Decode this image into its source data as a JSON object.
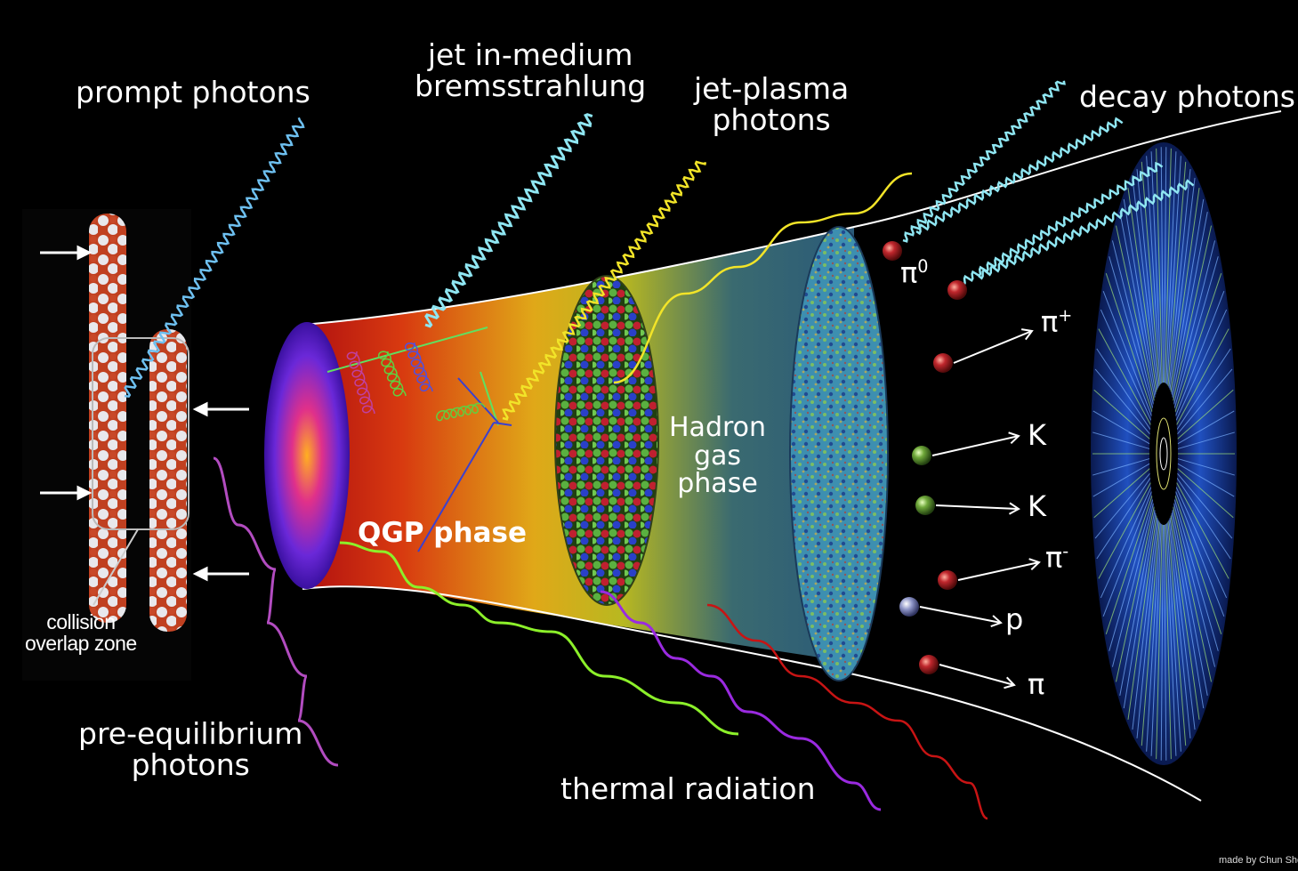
{
  "labels": {
    "prompt_photons": "prompt photons",
    "jet_brems_line1": "jet in-medium",
    "jet_brems_line2": "bremsstrahlung",
    "jet_plasma_line1": "jet-plasma",
    "jet_plasma_line2": "photons",
    "decay_photons": "decay photons",
    "hadron_line1": "Hadron",
    "hadron_line2": "gas",
    "hadron_line3": "phase",
    "qgp_phase": "QGP phase",
    "collision_line1": "collision",
    "collision_line2": "overlap zone",
    "pre_eq_line1": "pre-equilibrium",
    "pre_eq_line2": "photons",
    "thermal_radiation": "thermal radiation",
    "credit": "made by Chun Shen"
  },
  "particles": [
    {
      "symbol": "π",
      "sup": "0",
      "color": "#c0272d"
    },
    {
      "symbol": "π",
      "sup": "+",
      "color": "#c0272d"
    },
    {
      "symbol": "K",
      "sup": "",
      "color": "#6fa83a"
    },
    {
      "symbol": "K",
      "sup": "",
      "color": "#6fa83a"
    },
    {
      "symbol": "π",
      "sup": "-",
      "color": "#c0272d"
    },
    {
      "symbol": "p",
      "sup": "",
      "color": "#8f96c8"
    },
    {
      "symbol": "π",
      "sup": "",
      "color": "#c0272d"
    }
  ],
  "colors": {
    "prompt_photon": "#6ec0f0",
    "brems_photon": "#8fe6f2",
    "plasma_photon": "#f2e428",
    "decay_photon": "#8fe6f2",
    "pre_eq_photon": "#b24cc0",
    "thermal_green": "#8cf02a",
    "thermal_purple": "#9a2ae0",
    "thermal_red": "#c81414"
  }
}
